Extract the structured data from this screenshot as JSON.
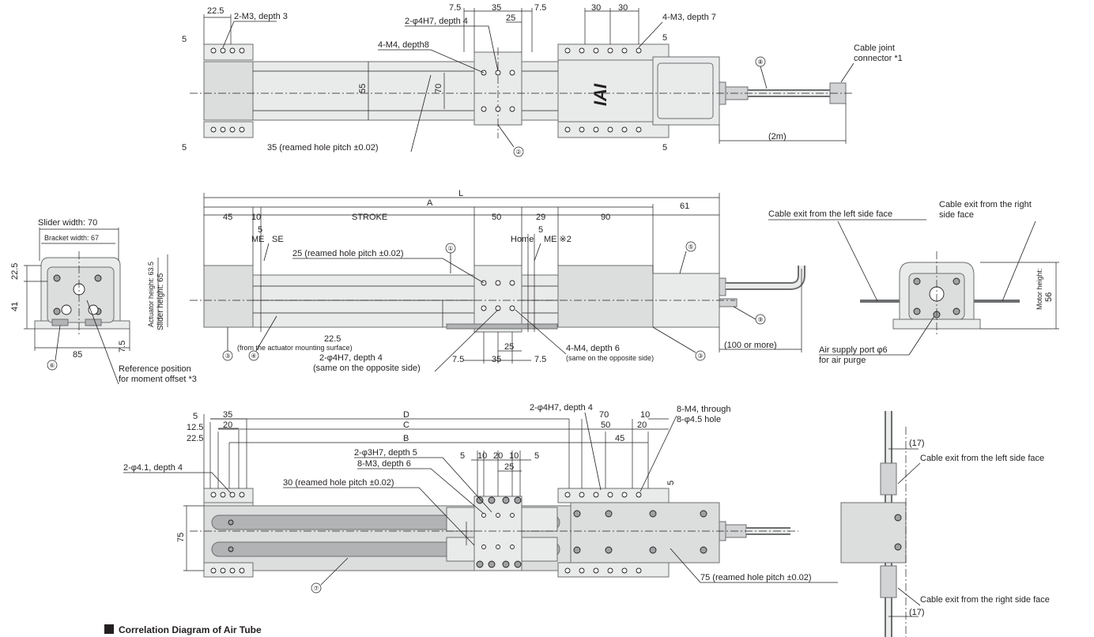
{
  "heading": "Correlation Diagram of Air Tube",
  "top_view": {
    "dim_22_5": "22.5",
    "dim_m3_depth3": "2-M3, depth 3",
    "dim_7_5_left": "7.5",
    "dim_35": "35",
    "dim_7_5_right": "7.5",
    "dim_25": "25",
    "dim_phi4h7_depth4": "2-φ4H7, depth 4",
    "dim_m4_depth8": "4-M4, depth8",
    "dim_30_a": "30",
    "dim_30_b": "30",
    "dim_m3_depth7": "4-M3, depth 7",
    "dim_5_tl": "5",
    "dim_5_bl": "5",
    "dim_5_tr": "5",
    "dim_5_br": "5",
    "dim_55": "55",
    "dim_70": "70",
    "reamed_35": "35 (reamed hole pitch ±0.02)",
    "cable_joint": "Cable joint",
    "connector": "connector *1",
    "cable_len": "(2m)",
    "logo": "IAI"
  },
  "side_view": {
    "dim_L": "L",
    "dim_A": "A",
    "dim_45": "45",
    "dim_10": "10",
    "dim_stroke": "STROKE",
    "dim_50": "50",
    "dim_29": "29",
    "dim_90": "90",
    "dim_61": "61",
    "dim_5_l": "5",
    "dim_5_r": "5",
    "me": "ME",
    "se": "SE",
    "home": "Home",
    "me_note": "ME ※2",
    "reamed_25": "25 (reamed hole pitch ±0.02)",
    "dim_22_5": "22.5",
    "from_surface": "(from the actuator mounting surface)",
    "phi4h7": "2-φ4H7, depth 4",
    "same_opposite": "(same on the opposite side)",
    "m4_depth6": "4-M4, depth 6",
    "same_opposite_2": "(same on the opposite side)",
    "dim_25": "25",
    "dim_7_5_a": "7.5",
    "dim_35": "35",
    "dim_7_5_b": "7.5",
    "cable_len": "(100 or more)"
  },
  "end_view": {
    "slider_width": "Slider width: 70",
    "bracket_width": "Bracket width: 67",
    "dim_22_5": "22.5",
    "dim_41": "41",
    "dim_85": "85",
    "dim_7_5": "7.5",
    "actuator_height": "Actuator height: 63.5",
    "slider_height": "Slider height: 65",
    "ref_pos_1": "Reference position",
    "ref_pos_2": "for moment offset *3"
  },
  "motor_view": {
    "cable_left": "Cable exit from the left side face",
    "cable_right_1": "Cable exit from the right",
    "cable_right_2": "side face",
    "motor_height": "Motor height:",
    "dim_56": "56",
    "air_supply_1": "Air supply port φ6",
    "air_supply_2": "for air purge"
  },
  "bottom_view": {
    "dim_5": "5",
    "dim_12_5": "12.5",
    "dim_22_5": "22.5",
    "dim_35": "35",
    "dim_20": "20",
    "dim_D": "D",
    "dim_C": "C",
    "dim_B": "B",
    "phi4h7": "2-φ4H7, depth 4",
    "dim_70": "70",
    "dim_10": "10",
    "dim_50": "50",
    "dim_20_r": "20",
    "dim_45": "45",
    "m4_through": "8-M4, through",
    "phi4_5": "8-φ4.5 hole",
    "phi4_1": "2-φ4.1, depth 4",
    "phi3h7": "2-φ3H7, depth 5",
    "m3_depth6": "8-M3, depth 6",
    "d5a": "5",
    "d10a": "10",
    "d20": "20",
    "d10b": "10",
    "d5b": "5",
    "d25": "25",
    "reamed_30": "30 (reamed hole pitch ±0.02)",
    "dim_75": "75",
    "dim_5_v": "5",
    "reamed_75": "75 (reamed hole pitch ±0.02)"
  },
  "right_view": {
    "dim_17_top": "(17)",
    "dim_17_bottom": "(17)",
    "cable_left": "Cable exit from the left side face",
    "cable_right": "Cable exit from the right side face"
  },
  "markers": [
    "①",
    "②",
    "③",
    "③",
    "④",
    "⑤",
    "⑥",
    "⑦",
    "⑧",
    "⑨"
  ]
}
